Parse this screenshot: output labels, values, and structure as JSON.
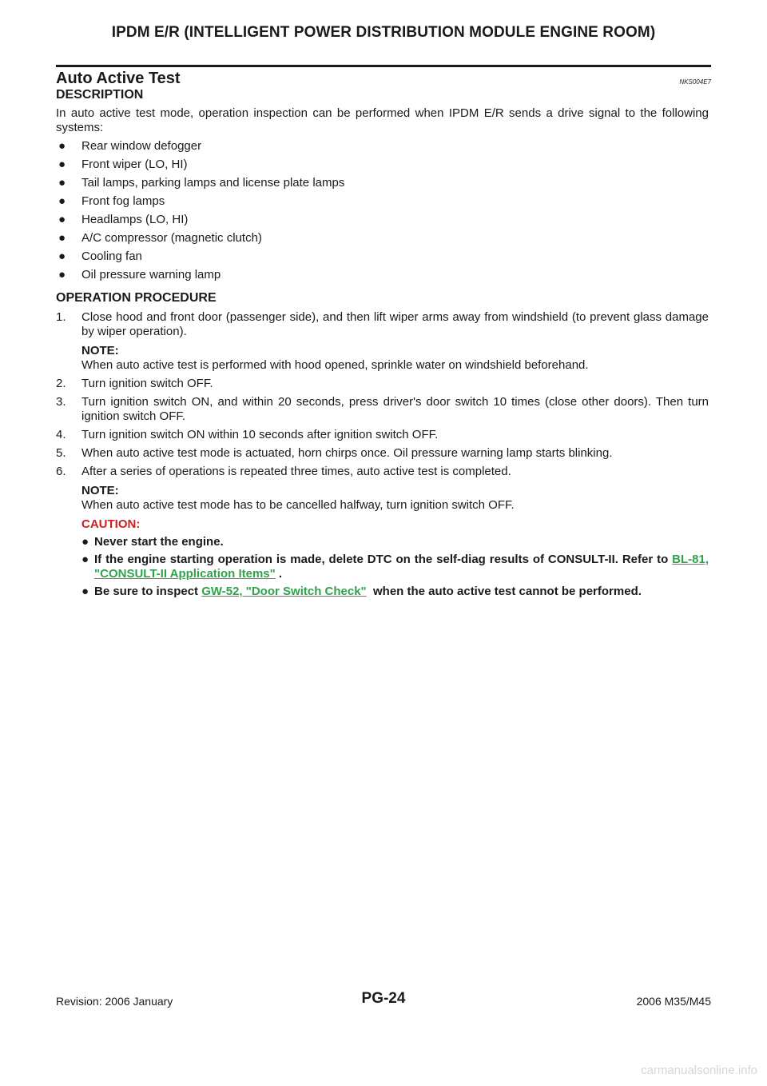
{
  "header": {
    "title": "IPDM E/R (INTELLIGENT POWER DISTRIBUTION MODULE ENGINE ROOM)"
  },
  "section": {
    "title": "Auto Active Test",
    "code": "NKS004E7"
  },
  "description": {
    "heading": "DESCRIPTION",
    "intro": "In auto active test mode, operation inspection can be performed when IPDM E/R sends a drive signal to the following systems:",
    "bullet": "●",
    "items": [
      "Rear window defogger",
      "Front wiper (LO, HI)",
      "Tail lamps, parking lamps and license plate lamps",
      "Front fog lamps",
      "Headlamps (LO, HI)",
      "A/C compressor (magnetic clutch)",
      "Cooling fan",
      "Oil pressure warning lamp"
    ]
  },
  "procedure": {
    "heading": "OPERATION PROCEDURE",
    "steps": [
      {
        "num": "1.",
        "text": "Close hood and front door (passenger side), and then lift wiper arms away from windshield (to prevent glass damage by wiper operation)."
      },
      {
        "num": "2.",
        "text": "Turn ignition switch OFF."
      },
      {
        "num": "3.",
        "text": "Turn ignition switch ON, and within 20 seconds, press driver's door switch 10 times (close other doors). Then turn ignition switch OFF."
      },
      {
        "num": "4.",
        "text": "Turn ignition switch ON within 10 seconds after ignition switch OFF."
      },
      {
        "num": "5.",
        "text": "When auto active test mode is actuated, horn chirps once. Oil pressure warning lamp starts blinking."
      },
      {
        "num": "6.",
        "text": "After a series of operations is repeated three times, auto active test is completed."
      }
    ],
    "note1": {
      "label": "NOTE:",
      "text": "When auto active test is performed with hood opened, sprinkle water on windshield beforehand."
    },
    "note2": {
      "label": "NOTE:",
      "text": "When auto active test mode has to be cancelled halfway, turn ignition switch OFF."
    },
    "caution": {
      "label": "CAUTION:",
      "item1": "Never start the engine.",
      "item2_pre": "If the engine starting operation is made, delete DTC on the self-diag results of CONSULT-II. Refer to ",
      "item2_link": "BL-81, \"CONSULT-II Application Items\"",
      "item2_post": " .",
      "item3_pre": "Be sure to inspect ",
      "item3_link": "GW-52, \"Door Switch Check\"",
      "item3_post": "  when the auto active test cannot be performed."
    }
  },
  "footer": {
    "revision": "Revision: 2006 January",
    "page": "PG-24",
    "model": "2006 M35/M45"
  },
  "watermark": "carmanualsonline.info",
  "colors": {
    "caution": "#cc1f1f",
    "link": "#2fa34a"
  }
}
